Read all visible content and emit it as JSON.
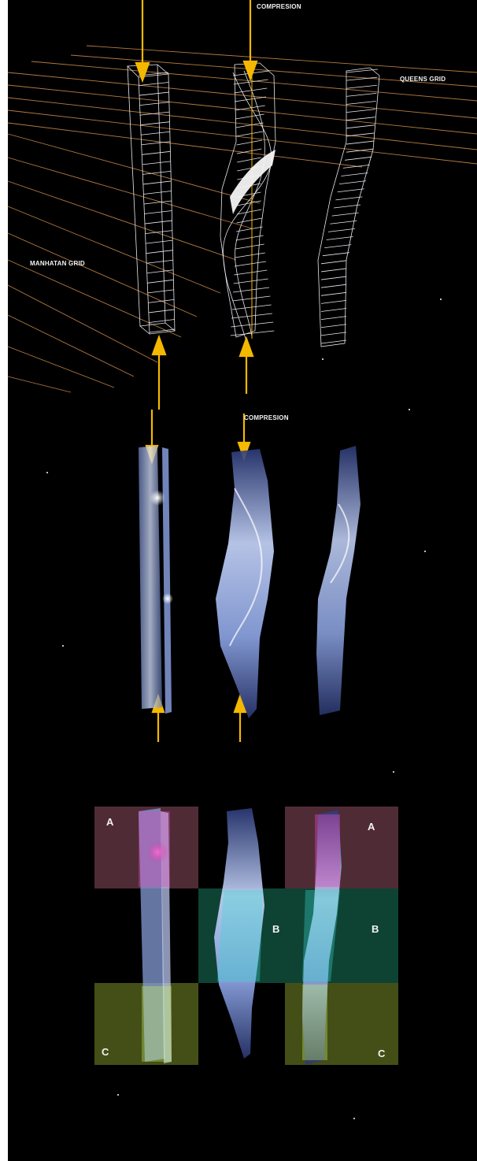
{
  "labels": {
    "compression_top": "COMPRESION",
    "queens_grid": "QUEENS GRID",
    "manhattan_grid": "MANHATAN GRID",
    "compression_mid": "COMPRESION",
    "zone_a_left": "A",
    "zone_a_right": "A",
    "zone_b_mid": "B",
    "zone_b_right": "B",
    "zone_c_left": "C",
    "zone_c_right": "C"
  },
  "colors": {
    "background": "#000000",
    "arrow": "#f5b800",
    "grid_line": "#c88a4a",
    "wire": "#e8e8f0",
    "zone_a": "#6a3a48",
    "zone_b": "#0f4a3a",
    "zone_c": "#5a6a1e"
  }
}
